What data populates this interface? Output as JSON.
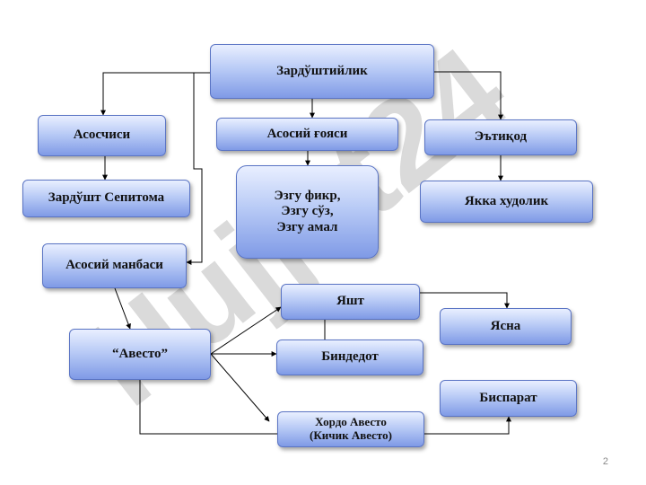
{
  "nodes": {
    "root": "Зардўштийлик",
    "founder": "Асосчиси",
    "founder_name": "Зардўшт Сепитома",
    "main_idea": "Асосий ғояси",
    "idea_text": "Эзгу фикр,\nЭзгу сўз,\nЭзгу амал",
    "belief": "Эътиқод",
    "belief_text": "Якка худолик",
    "main_source": "Асосий манбаси",
    "avesto": "“Авесто”",
    "yasht": "Яшт",
    "yasna": "Ясна",
    "bindedot": "Биндедот",
    "bisparat": "Биспарат",
    "khordo": "Хордо Авесто\n(Кичик Авесто)"
  },
  "watermark": "Hujjat24",
  "page_number": "2"
}
